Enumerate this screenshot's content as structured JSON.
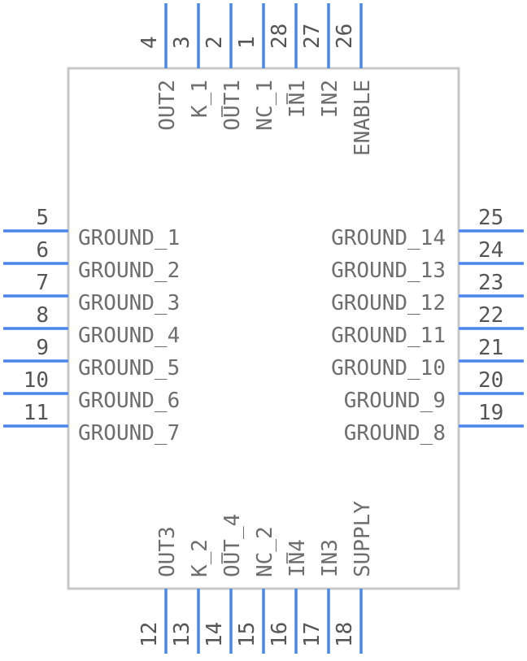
{
  "colors": {
    "body_stroke": "#c8c8c8",
    "pin_line": "#4a86e8",
    "pin_number": "#555555",
    "pin_label": "#6e6e6e"
  },
  "pins": {
    "top": [
      {
        "number": "4",
        "label": "OUT2"
      },
      {
        "number": "3",
        "label": "K_1"
      },
      {
        "number": "2",
        "label": "OUT1",
        "overbar": "U"
      },
      {
        "number": "1",
        "label": "NC_1"
      },
      {
        "number": "28",
        "label": "IN1",
        "overbar": "N"
      },
      {
        "number": "27",
        "label": "IN2"
      },
      {
        "number": "26",
        "label": "ENABLE"
      }
    ],
    "bottom": [
      {
        "number": "12",
        "label": "OUT3"
      },
      {
        "number": "13",
        "label": "K_2"
      },
      {
        "number": "14",
        "label": "OUT_4",
        "overbar": "U"
      },
      {
        "number": "15",
        "label": "NC_2"
      },
      {
        "number": "16",
        "label": "IN4",
        "overbar": "N"
      },
      {
        "number": "17",
        "label": "IN3"
      },
      {
        "number": "18",
        "label": "SUPPLY"
      }
    ],
    "left": [
      {
        "number": "5",
        "label": "GROUND_1"
      },
      {
        "number": "6",
        "label": "GROUND_2"
      },
      {
        "number": "7",
        "label": "GROUND_3"
      },
      {
        "number": "8",
        "label": "GROUND_4"
      },
      {
        "number": "9",
        "label": "GROUND_5"
      },
      {
        "number": "10",
        "label": "GROUND_6"
      },
      {
        "number": "11",
        "label": "GROUND_7"
      }
    ],
    "right": [
      {
        "number": "25",
        "label": "GROUND_14"
      },
      {
        "number": "24",
        "label": "GROUND_13"
      },
      {
        "number": "23",
        "label": "GROUND_12"
      },
      {
        "number": "22",
        "label": "GROUND_11"
      },
      {
        "number": "21",
        "label": "GROUND_10"
      },
      {
        "number": "20",
        "label": "GROUND_9"
      },
      {
        "number": "19",
        "label": "GROUND_8"
      }
    ]
  }
}
